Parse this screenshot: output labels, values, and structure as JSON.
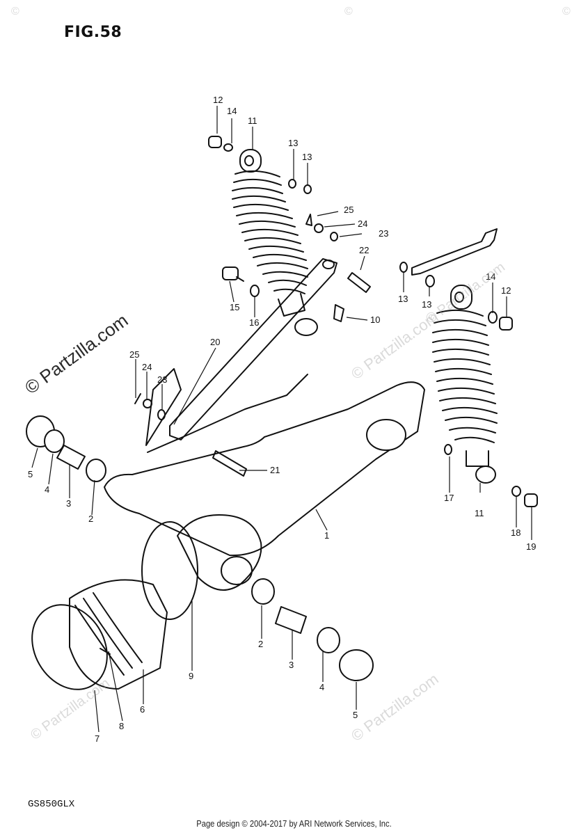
{
  "figure": {
    "title": "FIG.58",
    "model": "GS850GLX",
    "footer": "Page design © 2004-2017 by ARI Network Services, Inc.",
    "watermark": "© Partzilla.com",
    "watermark_short": "©"
  },
  "callouts": [
    "12",
    "14",
    "11",
    "13",
    "13",
    "25",
    "24",
    "23",
    "22",
    "13",
    "13",
    "14",
    "12",
    "15",
    "16",
    "10",
    "20",
    "25",
    "24",
    "23",
    "5",
    "4",
    "3",
    "2",
    "21",
    "17",
    "11",
    "18",
    "19",
    "1",
    "2",
    "3",
    "4",
    "5",
    "9",
    "6",
    "8",
    "7"
  ]
}
